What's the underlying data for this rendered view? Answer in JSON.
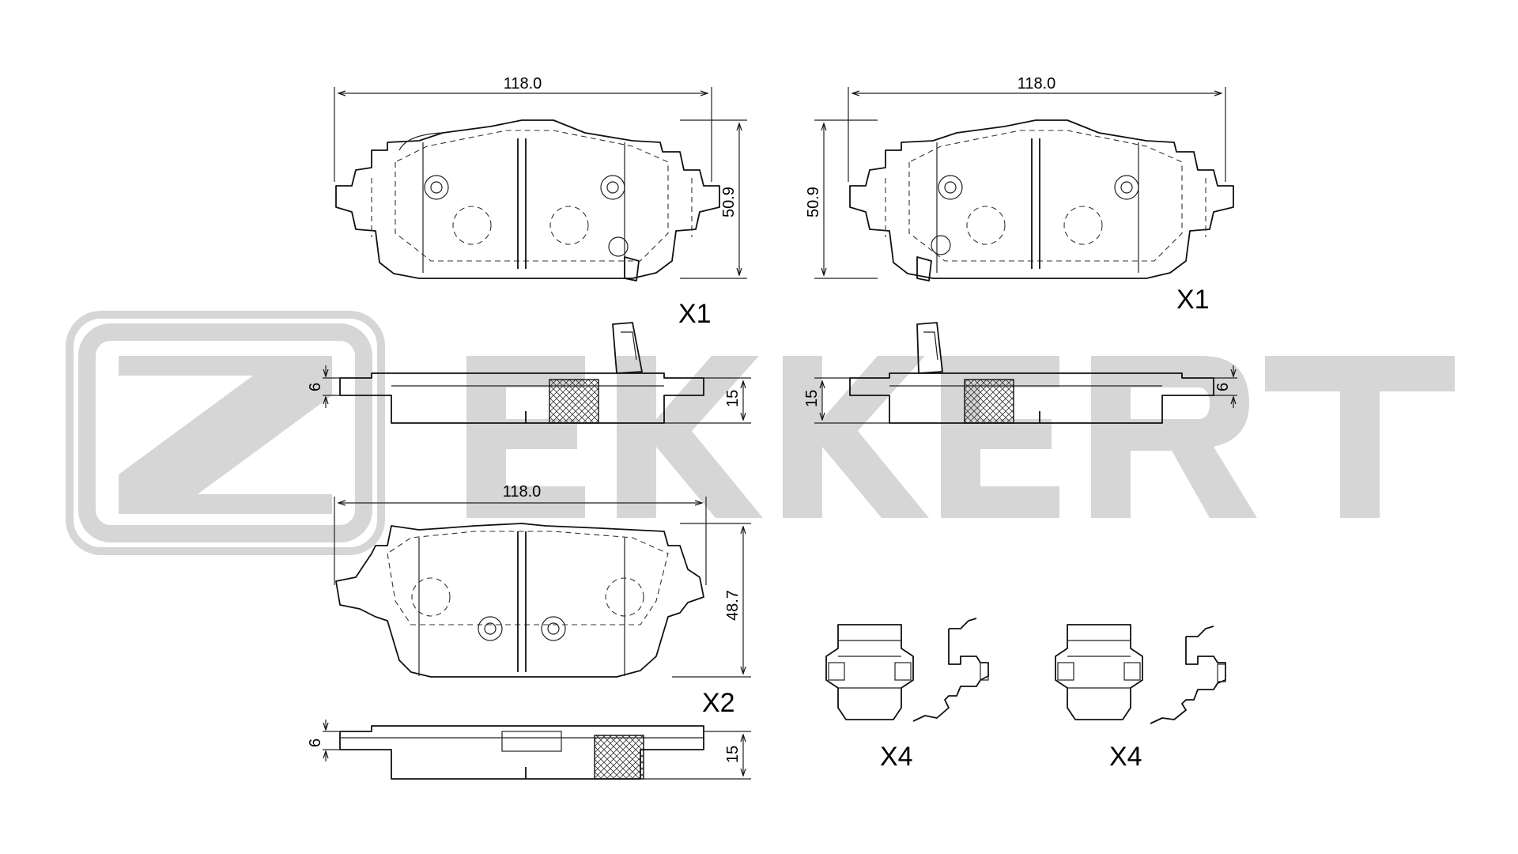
{
  "brand": {
    "logo_text": "ZEKKERT",
    "watermark_color": "#d6d6d6"
  },
  "dimensions": {
    "width_top_left": "118.0",
    "width_top_right": "118.0",
    "width_bottom": "118.0",
    "height_top_left": "50.9",
    "height_top_right": "50.9",
    "height_bottom": "48.7",
    "plate_top_left": "6",
    "plate_top_right": "6",
    "plate_bottom": "6",
    "thickness_top_left": "15",
    "thickness_top_right": "15",
    "thickness_bottom": "15"
  },
  "quantities": {
    "pad_top_left": "X1",
    "pad_top_right": "X1",
    "pad_bottom": "X2",
    "clip_left": "X4",
    "clip_right": "X4"
  },
  "colors": {
    "line": "#111111",
    "watermark": "#d6d6d6"
  }
}
